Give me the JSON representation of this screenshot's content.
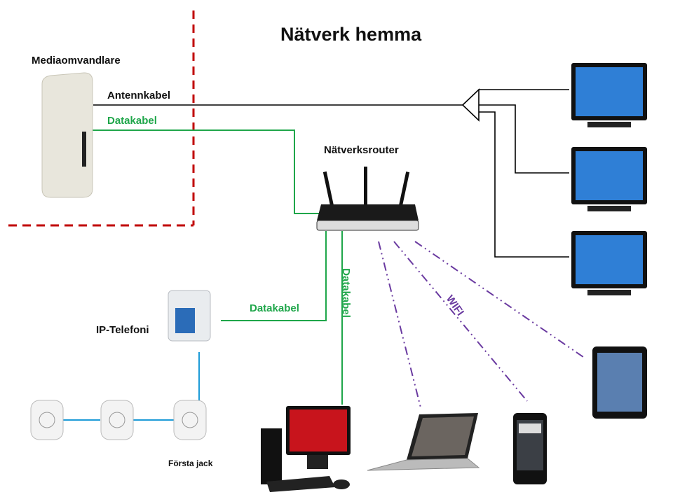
{
  "title": "Nätverk hemma",
  "labels": {
    "media_converter": "Mediaomvandlare",
    "antenna_cable": "Antennkabel",
    "data_cable_top": "Datakabel",
    "router": "Nätverksrouter",
    "data_cable_ip": "Datakabel",
    "data_cable_vertical": "Datakabel",
    "ip_phone": "IP-Telefoni",
    "wifi": "WIFI",
    "first_jack": "Första jack"
  },
  "colors": {
    "boundary": "#c00000",
    "antenna_cable": "#000000",
    "data_cable": "#1fa64a",
    "phone_cable": "#1e9bd7",
    "wifi": "#6a3aa0"
  }
}
